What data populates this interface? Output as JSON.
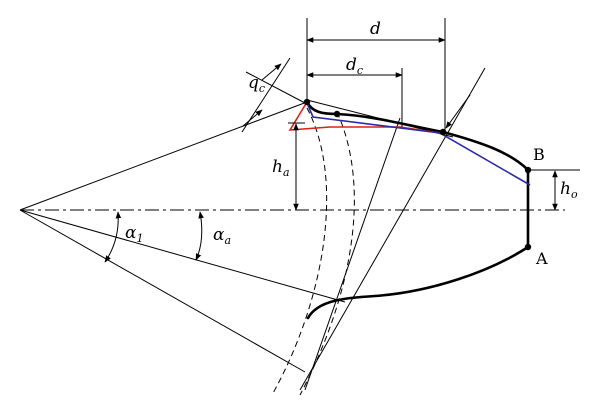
{
  "labels": {
    "d": "d",
    "dc_main": "d",
    "dc_sub": "c",
    "qc_main": "q",
    "qc_sub": "c",
    "ha_main": "h",
    "ha_sub": "a",
    "ho_main": "h",
    "ho_sub": "o",
    "alpha1_main": "α",
    "alpha1_sub": "1",
    "alphaa_main": "α",
    "alphaa_sub": "a",
    "point_a": "A",
    "point_b": "B"
  },
  "colors": {
    "line": "#000000",
    "red_profile": "#e0201a",
    "blue_profile": "#2b2ba8"
  }
}
